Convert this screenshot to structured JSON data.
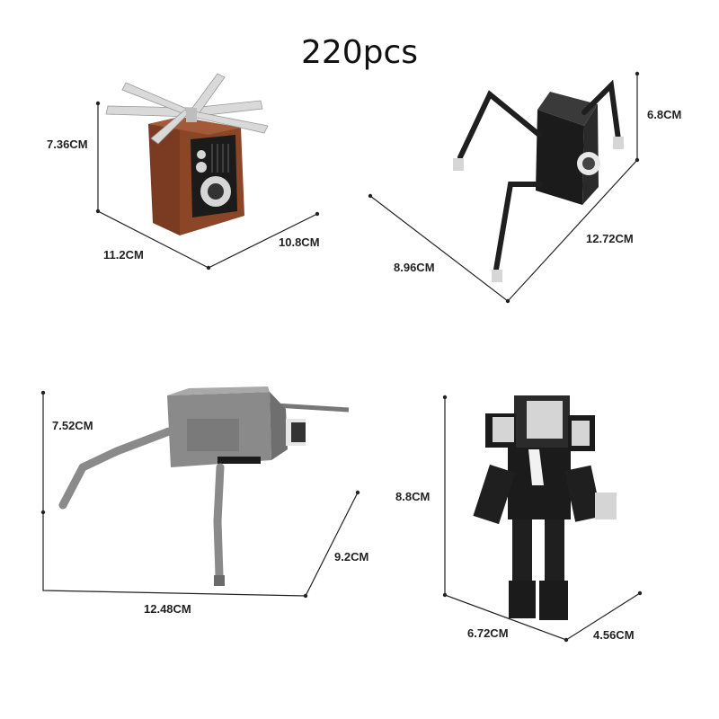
{
  "title": "220pcs",
  "products": [
    {
      "name": "speaker-drone-figure",
      "dims": [
        "7.36CM",
        "11.2CM",
        "10.8CM"
      ]
    },
    {
      "name": "spider-speaker-figure",
      "dims": [
        "6.8CM",
        "8.96CM",
        "12.72CM"
      ]
    },
    {
      "name": "camera-walker-figure",
      "dims": [
        "7.52CM",
        "12.48CM",
        "9.2CM"
      ]
    },
    {
      "name": "speakerman-figure",
      "dims": [
        "8.8CM",
        "6.72CM",
        "4.56CM"
      ]
    }
  ],
  "colors": {
    "brown": "#7a3b22",
    "black": "#1b1b1b",
    "grey": "#7d7d7d",
    "light_grey": "#cfcfcf"
  }
}
